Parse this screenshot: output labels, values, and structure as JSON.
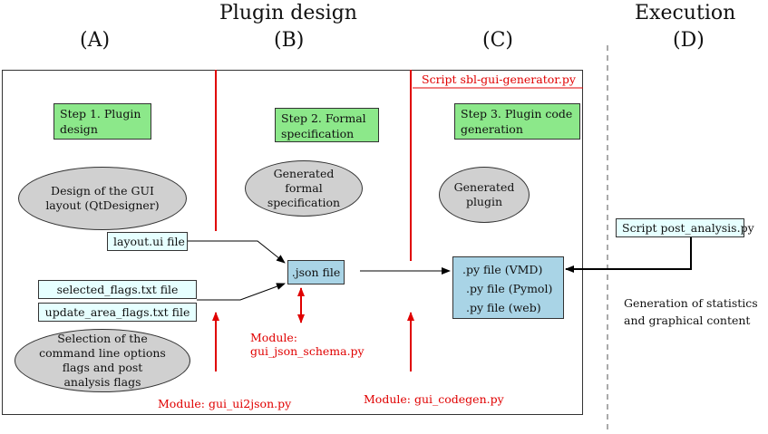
{
  "headers": {
    "plugin_design": "Plugin design",
    "execution": "Execution"
  },
  "columns": {
    "a": "(A)",
    "b": "(B)",
    "c": "(C)",
    "d": "(D)"
  },
  "steps": [
    {
      "text": "Step 1. Plugin design"
    },
    {
      "text": "Step 2. Formal specification"
    },
    {
      "text": "Step 3. Plugin code generation"
    }
  ],
  "ellipses": {
    "gui_design": "Design of the GUI layout (QtDesigner)",
    "formal_spec": "Generated formal specification",
    "plugin": "Generated plugin",
    "selection": "Selection of the command line options flags and post analysis flags"
  },
  "files": {
    "layout": "layout.ui file",
    "selected_flags": "selected_flags.txt file",
    "update_area_flags": "update_area_flags.txt file",
    "json": ".json file",
    "py_vmd": ".py file (VMD)",
    "py_pymol": ".py file (Pymol)",
    "py_web": ".py file (web)",
    "post_analysis": "Script post_analysis.py"
  },
  "red_labels": {
    "script_generator": "Script sbl-gui-generator.py",
    "module_schema_line1": "Module:",
    "module_schema_line2": "gui_json_schema.py",
    "module_ui2json": "Module: gui_ui2json.py",
    "module_codegen": "Module: gui_codegen.py"
  },
  "execution_note": {
    "line1": "Generation of statistics",
    "line2": "and graphical content"
  },
  "colors": {
    "step_green": "#8ce88a",
    "file_cyan": "#e6ffff",
    "box_blue": "#a9d4e6",
    "ellipse_gray": "#d0d0d0",
    "accent_red": "#e00000"
  }
}
